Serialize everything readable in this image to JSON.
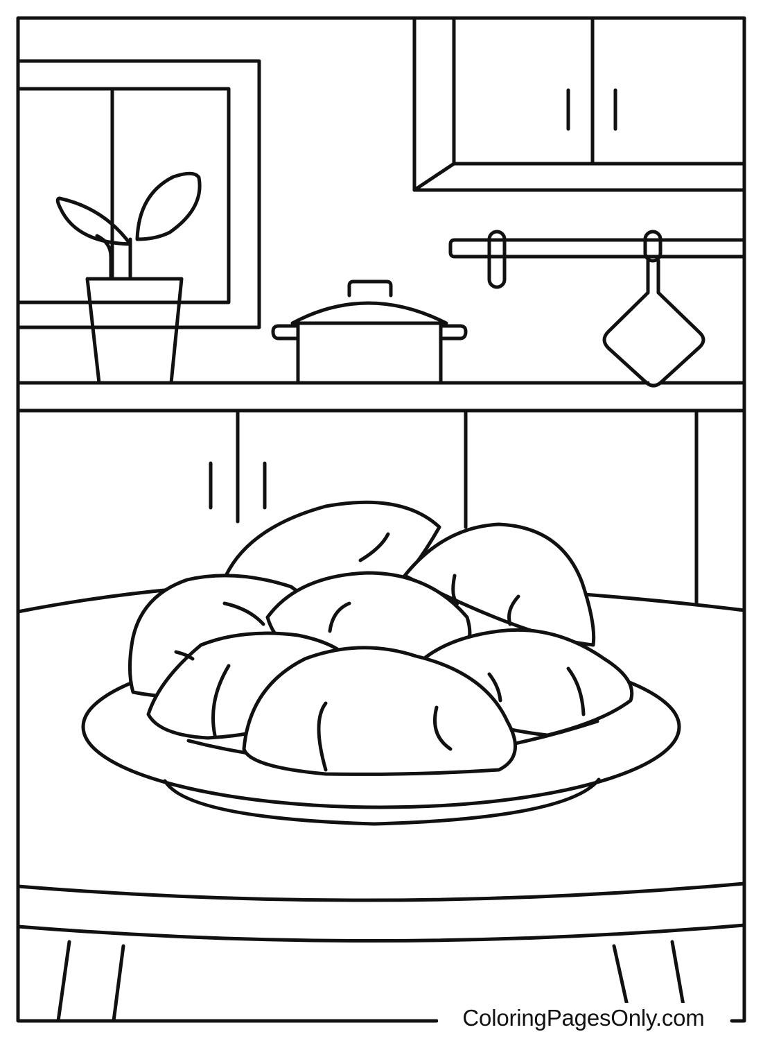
{
  "watermark": {
    "text": "ColoringPagesOnly.com"
  },
  "colors": {
    "ink": "#111111",
    "paper": "#ffffff"
  },
  "scene": {
    "subject": "kitchen",
    "elements": [
      "window",
      "potted-plant",
      "upper-cabinet",
      "pot",
      "utensil-rail",
      "hanging-spatula",
      "countertop",
      "lower-cabinets",
      "table",
      "plate",
      "pastries"
    ]
  }
}
